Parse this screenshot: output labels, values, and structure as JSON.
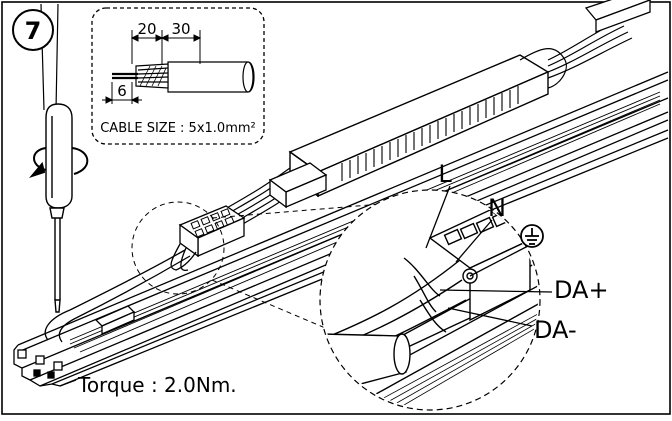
{
  "step": {
    "number": "7"
  },
  "cable_spec": {
    "dim_a": "20",
    "dim_b": "30",
    "dim_c": "6",
    "caption": "CABLE SIZE : 5x1.0mm²"
  },
  "wire_labels": {
    "l": "L",
    "n": "N",
    "da_plus": "DA+",
    "da_minus": "DA-",
    "earth_icon": "protective-earth-icon"
  },
  "torque": {
    "text": "Torque : 2.0Nm."
  },
  "colors": {
    "line": "#000000",
    "background": "#ffffff",
    "shade": "#555555"
  }
}
